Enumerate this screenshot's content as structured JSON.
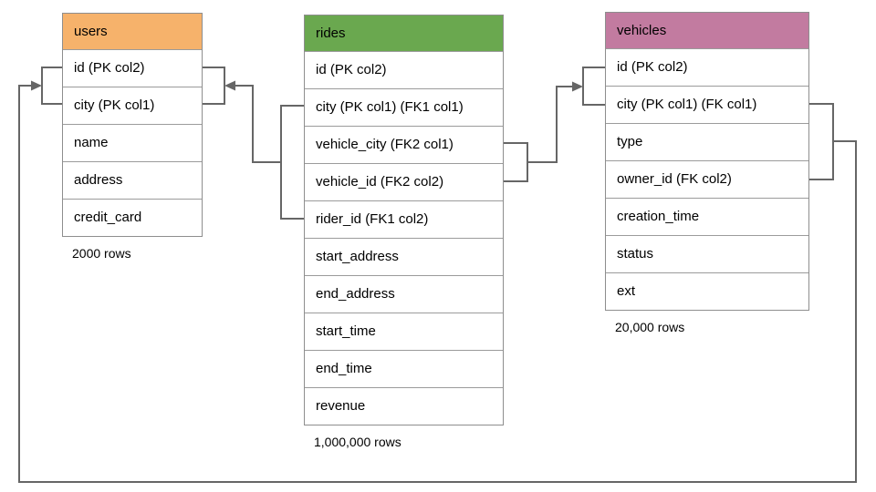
{
  "diagram": {
    "line_color": "#666666",
    "table_border_color": "#8e8e8e"
  },
  "tables": [
    {
      "id": "users",
      "title": "users",
      "header_color": "#f6b26b",
      "rows": [
        "id (PK col2)",
        "city (PK col1)",
        "name",
        "address",
        "credit_card"
      ],
      "row_count": "2000 rows"
    },
    {
      "id": "rides",
      "title": "rides",
      "header_color": "#6aa84f",
      "rows": [
        "id (PK col2)",
        "city (PK col1) (FK1 col1)",
        "vehicle_city (FK2 col1)",
        "vehicle_id (FK2 col2)",
        "rider_id (FK1 col2)",
        "start_address",
        "end_address",
        "start_time",
        "end_time",
        "revenue"
      ],
      "row_count": "1,000,000 rows"
    },
    {
      "id": "vehicles",
      "title": "vehicles",
      "header_color": "#c27ba0",
      "rows": [
        "id (PK col2)",
        "city (PK col1) (FK col1)",
        "type",
        "owner_id (FK col2)",
        "creation_time",
        "status",
        "ext"
      ],
      "row_count": "20,000 rows"
    }
  ],
  "relationships": [
    {
      "from_table": "rides",
      "from_columns": [
        "city (PK col1) (FK1 col1)",
        "rider_id (FK1 col2)"
      ],
      "to_table": "users",
      "to_columns": [
        "id (PK col2)",
        "city (PK col1)"
      ]
    },
    {
      "from_table": "rides",
      "from_columns": [
        "vehicle_city (FK2 col1)",
        "vehicle_id (FK2 col2)"
      ],
      "to_table": "vehicles",
      "to_columns": [
        "id (PK col2)",
        "city (PK col1) (FK col1)"
      ]
    },
    {
      "from_table": "vehicles",
      "from_columns": [
        "city (PK col1) (FK col1)",
        "owner_id (FK col2)"
      ],
      "to_table": "users",
      "to_columns": [
        "id (PK col2)",
        "city (PK col1)"
      ]
    }
  ]
}
